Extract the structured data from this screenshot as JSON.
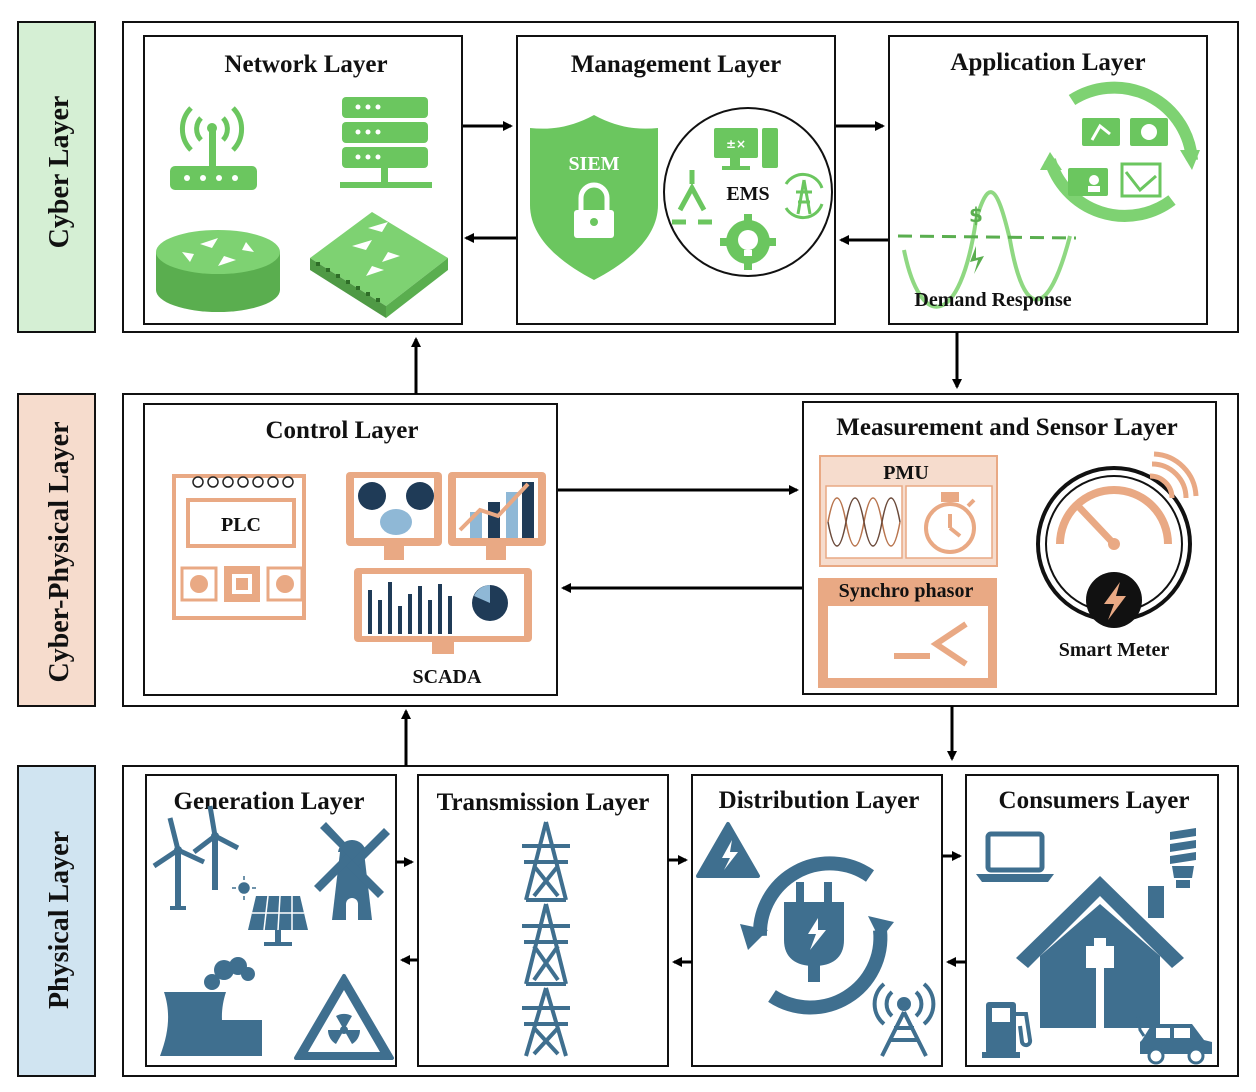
{
  "side_labels": {
    "cyber": "Cyber Layer",
    "cyber_physical": "Cyber-Physical Layer",
    "physical": "Physical Layer"
  },
  "cyber": {
    "network": {
      "title": "Network Layer"
    },
    "management": {
      "title": "Management Layer",
      "siem": "SIEM",
      "ems": "EMS"
    },
    "application": {
      "title": "Application Layer",
      "demand_response": "Demand Response"
    }
  },
  "cyber_physical": {
    "control": {
      "title": "Control Layer",
      "plc": "PLC",
      "scada": "SCADA"
    },
    "measurement": {
      "title": "Measurement and Sensor Layer",
      "pmu": "PMU",
      "synchro": "Synchro phasor",
      "smart_meter": "Smart Meter"
    }
  },
  "physical": {
    "generation": {
      "title": "Generation Layer"
    },
    "transmission": {
      "title": "Transmission Layer"
    },
    "distribution": {
      "title": "Distribution Layer"
    },
    "consumers": {
      "title": "Consumers Layer"
    }
  },
  "colors": {
    "cyber_band": "#d5efd4",
    "cyber_physical_band": "#f6dccd",
    "physical_band": "#d0e4f1",
    "green_icon": "#6bc65f",
    "orange_icon": "#e9a984",
    "blue_icon": "#3f6f8f",
    "navy": "#1f3b57"
  }
}
